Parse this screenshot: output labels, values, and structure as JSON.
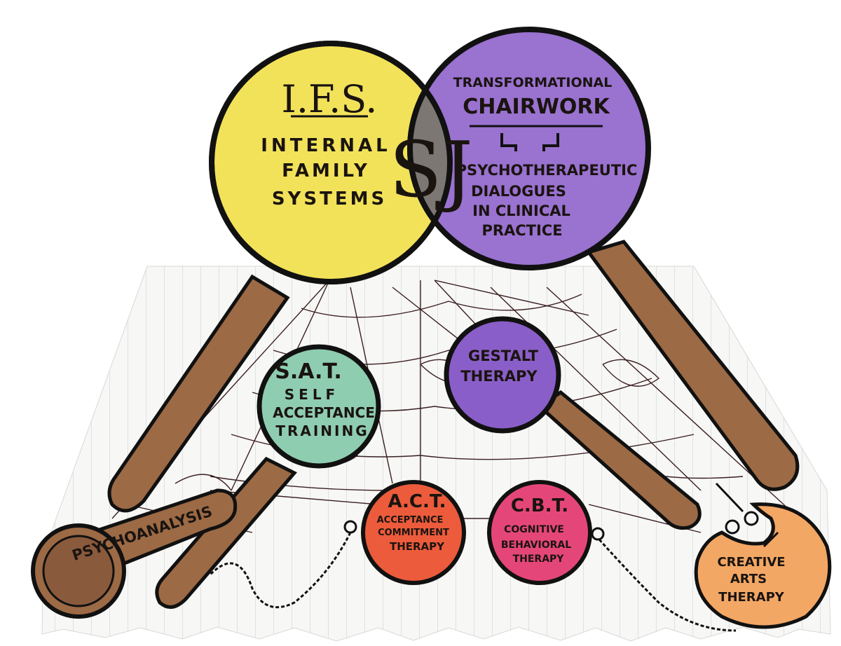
{
  "ifs": {
    "abbr": "I.F.S.",
    "line1": "INTERNAL",
    "line2": "FAMILY",
    "line3": "SYSTEMS"
  },
  "chairwork": {
    "line1": "TRANSFORMATIONAL",
    "line2": "CHAIRWORK",
    "sub1": "PSYCHOTHERAPEUTIC",
    "sub2": "DIALOGUES",
    "sub3": "IN CLINICAL",
    "sub4": "PRACTICE"
  },
  "overlap_logo": "SJ",
  "sat": {
    "abbr": "S.A.T.",
    "line1": "SELF",
    "line2": "ACCEPTANCE",
    "line3": "TRAINING"
  },
  "gestalt": {
    "line1": "GESTALT",
    "line2": "THERAPY"
  },
  "act": {
    "abbr": "A.C.T.",
    "line1": "ACCEPTANCE",
    "line2": "COMMITMENT",
    "line3": "THERAPY"
  },
  "cbt": {
    "abbr": "C.B.T.",
    "line1": "COGNITIVE",
    "line2": "BEHAVIORAL",
    "line3": "THERAPY"
  },
  "psychoanalysis": "PSYCHOANALYSIS",
  "creative": {
    "line1": "CREATIVE",
    "line2": "ARTS",
    "line3": "THERAPY"
  },
  "colors": {
    "ifs": "#f2e25a",
    "chairwork": "#9a72d0",
    "overlap": "#7d7773",
    "sat": "#8fcdb0",
    "gestalt": "#8a5ec8",
    "act": "#ec5b3b",
    "cbt": "#e5467a",
    "creative": "#f3a764",
    "handle": "#9c6a45",
    "paper": "#f7f7f5"
  }
}
